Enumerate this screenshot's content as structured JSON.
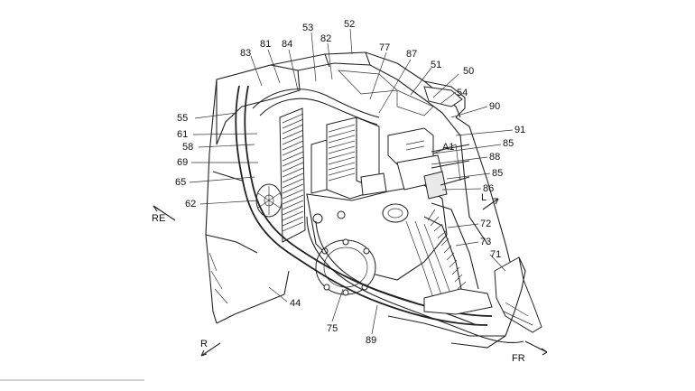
{
  "labels": {
    "l53": "53",
    "l52": "52",
    "l82": "82",
    "l81": "81",
    "l84": "84",
    "l83": "83",
    "l77": "77",
    "l87": "87",
    "l51": "51",
    "l50": "50",
    "l54": "54",
    "l90": "90",
    "l55": "55",
    "l91": "91",
    "l61": "61",
    "l58": "58",
    "lA1": "A1",
    "l85a": "85",
    "l88": "88",
    "l85b": "85",
    "l69": "69",
    "l65": "65",
    "l86": "86",
    "l62": "62",
    "l72": "72",
    "l73": "73",
    "l71": "71",
    "l44": "44",
    "l75": "75",
    "l89": "89"
  },
  "directions": {
    "re": "RE",
    "l": "L",
    "r": "R",
    "fr": "FR"
  }
}
